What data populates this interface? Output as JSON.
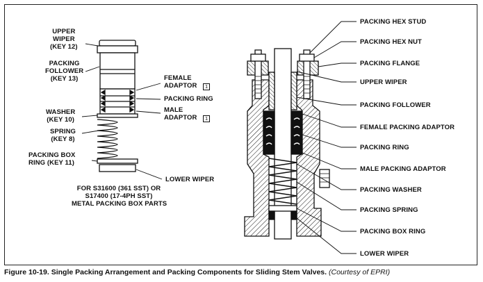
{
  "left_labels": {
    "upper_wiper": "UPPER\nWIPER\n(KEY 12)",
    "packing_follower": "PACKING\nFOLLOWER\n(KEY 13)",
    "washer": "WASHER\n(KEY 10)",
    "spring": "SPRING\n(KEY 8)",
    "packing_box_ring": "PACKING BOX\nRING (KEY 11)",
    "female_adaptor": "FEMALE\nADAPTOR",
    "packing_ring": "PACKING RING",
    "male_adaptor": "MALE\nADAPTOR",
    "lower_wiper": "LOWER WIPER",
    "badge": "1",
    "note": "FOR S31600 (361 SST) OR\nS17400 (17-4PH SST)\nMETAL PACKING BOX PARTS"
  },
  "right_labels": [
    "PACKING HEX STUD",
    "PACKING HEX NUT",
    "PACKING FLANGE",
    "UPPER WIPER",
    "PACKING FOLLOWER",
    "FEMALE PACKING ADAPTOR",
    "PACKING RING",
    "MALE PACKING ADAPTOR",
    "PACKING WASHER",
    "PACKING SPRING",
    "PACKING BOX RING",
    "LOWER WIPER"
  ],
  "caption": {
    "main": "Figure 10-19. Single Packing Arrangement and Packing Components for Sliding Stem Valves.",
    "credit": "(Courtesy of EPRI)"
  }
}
